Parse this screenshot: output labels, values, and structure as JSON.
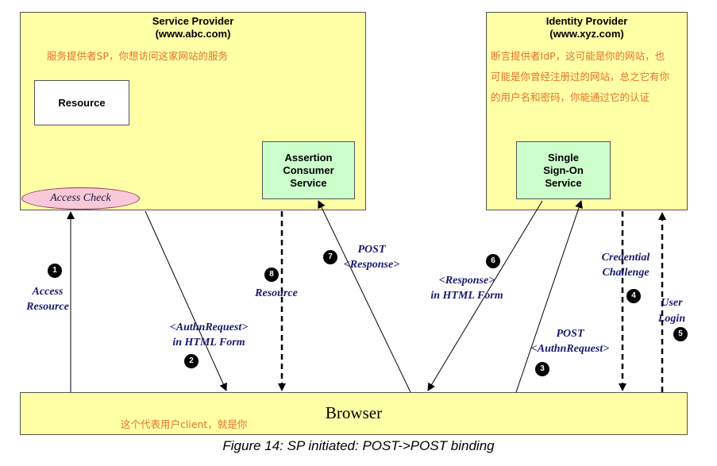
{
  "service_provider": {
    "title": "Service Provider",
    "url": "(www.abc.com)",
    "note": "服务提供者SP，你想访问这家网站的服务",
    "resource": "Resource",
    "access_check": "Access Check",
    "acs": "Assertion Consumer Service"
  },
  "identity_provider": {
    "title": "Identity Provider",
    "url": "(www.xyz.com)",
    "note_lines": [
      "断言提供者IdP，这可能是你的网站，也",
      "可能是你曾经注册过的网站，总之它有你",
      "的用户名和密码，你能通过它的认证"
    ],
    "sso": "Single Sign-On Service"
  },
  "browser": {
    "label": "Browser",
    "note": "这个代表用户client，就是你"
  },
  "steps": [
    {
      "num": "1",
      "label_lines": [
        "Access",
        "Resource"
      ]
    },
    {
      "num": "2",
      "label_lines": [
        "<AuthnRequest>",
        "in  HTML Form"
      ]
    },
    {
      "num": "3",
      "label_lines": [
        "POST",
        "<AuthnRequest>"
      ]
    },
    {
      "num": "4",
      "label_lines": [
        "Credential",
        "Challenge"
      ]
    },
    {
      "num": "5",
      "label_lines": [
        "User",
        "Login"
      ]
    },
    {
      "num": "6",
      "label_lines": [
        "<Response>",
        "in  HTML Form"
      ]
    },
    {
      "num": "7",
      "label_lines": [
        "POST",
        "<Response>"
      ]
    },
    {
      "num": "8",
      "label_lines": [
        "Resource"
      ]
    }
  ],
  "caption": "Figure 14: SP initiated:  POST->POST binding"
}
